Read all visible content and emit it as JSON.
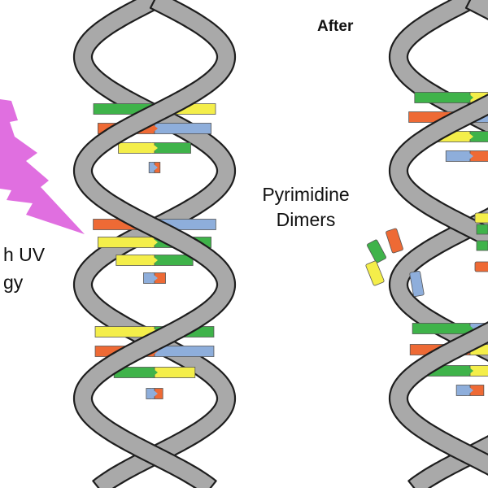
{
  "labels": {
    "after": "After",
    "pyrimidine_line1": "Pyrimidine",
    "pyrimidine_line2": "Dimers",
    "uv_line1": "h UV",
    "uv_line2": "gy"
  },
  "colors": {
    "green": "#3fb34a",
    "yellow": "#f4ee4a",
    "orange": "#ee6a35",
    "blue": "#8eaedb",
    "backbone_fill": "#a9a9a9",
    "backbone_stroke": "#1e1e1e",
    "lightning": "#e06fe0"
  },
  "helix_left": {
    "rungs": [
      [
        "green",
        "yellow"
      ],
      [
        "orange",
        "blue"
      ],
      [
        "yellow",
        "green"
      ],
      [
        "blue",
        "orange"
      ],
      [
        "orange",
        "blue"
      ],
      [
        "yellow",
        "green"
      ],
      [
        "yellow",
        "green"
      ],
      [
        "blue",
        "orange"
      ],
      [
        "yellow",
        "green"
      ],
      [
        "orange",
        "blue"
      ],
      [
        "green",
        "yellow"
      ],
      [
        "blue",
        "orange"
      ]
    ]
  },
  "helix_right": {
    "rungs": [
      [
        "green",
        "yellow"
      ],
      [
        "orange",
        "blue"
      ],
      [
        "yellow",
        "green"
      ],
      [
        "blue",
        "orange"
      ],
      [
        "green",
        "blue"
      ],
      [
        "orange",
        "yellow"
      ],
      [
        "green",
        "yellow"
      ],
      [
        "blue",
        "orange"
      ]
    ],
    "dimer_pieces": [
      [
        "orange",
        "green"
      ],
      [
        "yellow",
        "blue"
      ],
      [
        "yellow",
        "orange"
      ]
    ]
  }
}
